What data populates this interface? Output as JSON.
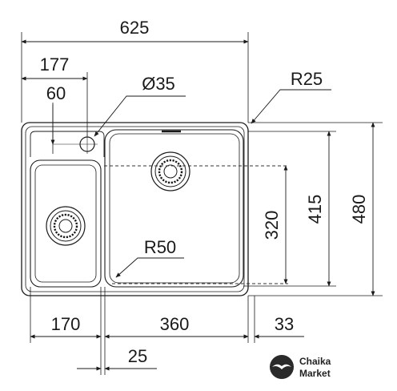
{
  "dimensions": {
    "overall_width": "625",
    "left_offset": "177",
    "tap_hole_offset": "60",
    "tap_hole_diameter": "Ø35",
    "corner_radius_outer": "R25",
    "corner_radius_inner": "R50",
    "overall_height": "480",
    "large_bowl_height": "415",
    "small_bowl_height": "320",
    "small_bowl_width": "170",
    "large_bowl_width": "360",
    "bowl_gap": "25",
    "right_margin": "33"
  },
  "brand": {
    "line1": "Chaika",
    "line2": "Market"
  },
  "colors": {
    "line": "#1a1a1a",
    "dashed": "#333333",
    "background": "#ffffff"
  }
}
